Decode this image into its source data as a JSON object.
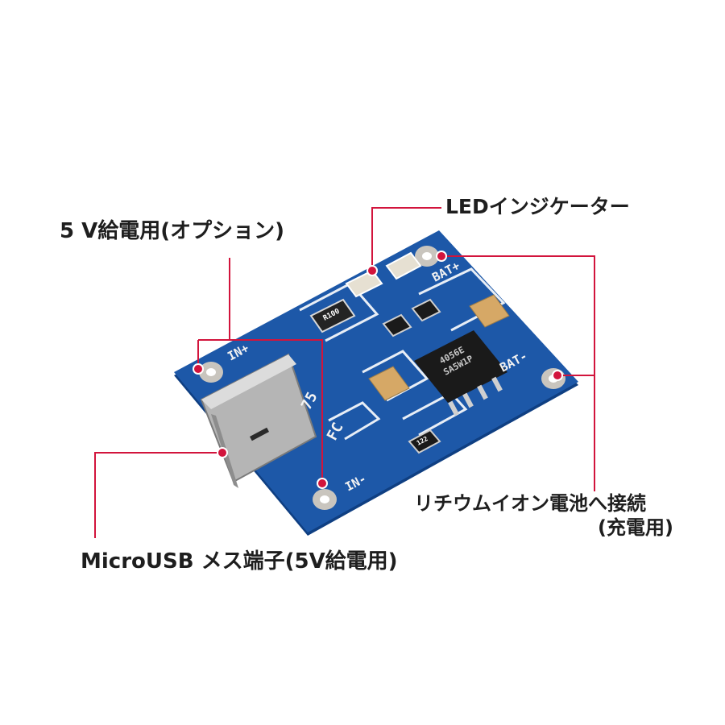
{
  "labels": {
    "led": "LEDインジケーター",
    "power_5v": "5 V給電用(オプション)",
    "battery_line1": "リチウムイオン電池へ接続",
    "battery_line2": "(充電用)",
    "micro_usb": "MicroUSB メス端子(5V給電用)"
  },
  "board_silkscreen": {
    "bat_plus": "BAT+",
    "bat_minus": "BAT-",
    "in_plus": "IN+",
    "in_minus": "IN-",
    "ic_line1": "4056E",
    "ic_line2": "SA5W1P",
    "resistor_main": "R100",
    "resistor_small": "122",
    "fc_mark": "FC",
    "num_mark": "75"
  },
  "colors": {
    "callout_line": "#d2143c",
    "board": "#1d58a8",
    "board_edge": "#0f3f82",
    "pad": "#c9c5be",
    "text": "#1e1e1e"
  }
}
